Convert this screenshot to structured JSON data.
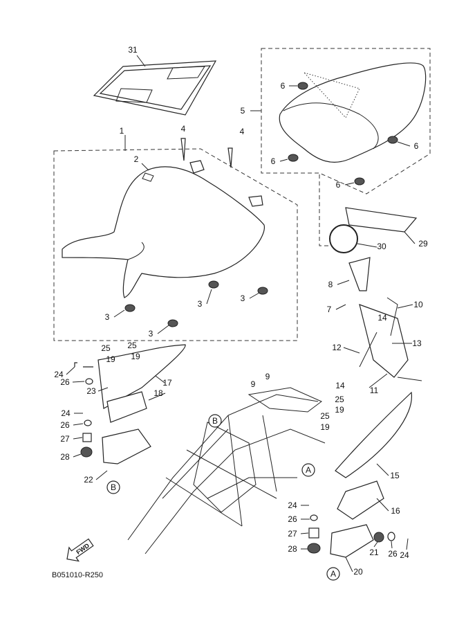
{
  "diagram": {
    "callouts": [
      "31",
      "1",
      "4",
      "4",
      "2",
      "5",
      "6",
      "6",
      "6",
      "6",
      "29",
      "30",
      "8",
      "7",
      "10",
      "14",
      "13",
      "12",
      "11",
      "14",
      "3",
      "3",
      "3",
      "3",
      "25",
      "25",
      "19",
      "19",
      "24",
      "26",
      "23",
      "17",
      "18",
      "9",
      "9",
      "24",
      "26",
      "27",
      "28",
      "22",
      "25",
      "25",
      "19",
      "19",
      "15",
      "16",
      "24",
      "26",
      "27",
      "28",
      "21",
      "26",
      "24",
      "20"
    ],
    "circled_refs": [
      "B",
      "B",
      "A",
      "A"
    ],
    "fwd_label": "FWD",
    "diagram_code": "B051010-R250"
  }
}
